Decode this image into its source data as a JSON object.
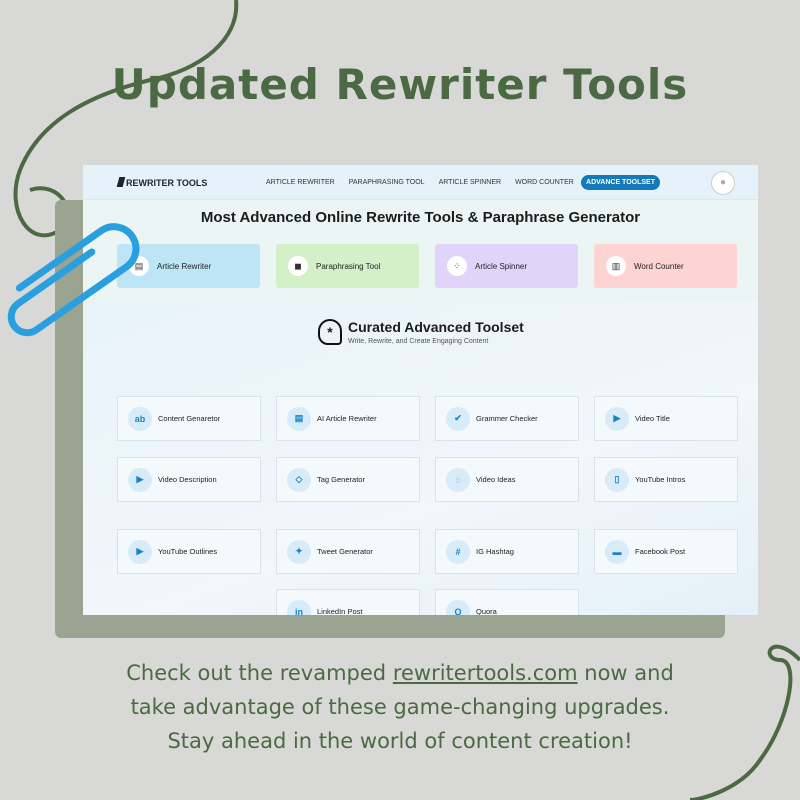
{
  "title": "Updated Rewriter Tools",
  "nav": {
    "logo": "REWRITER TOOLS",
    "links": [
      "ARTICLE REWRITER",
      "PARAPHRASING TOOL",
      "ARTICLE SPINNER",
      "WORD COUNTER"
    ],
    "cta": "ADVANCE TOOLSET"
  },
  "headline": "Most Advanced Online Rewrite Tools & Paraphrase Generator",
  "color_cards": [
    {
      "label": "Article Rewriter",
      "icon": "edit-doc-icon",
      "color": "#bde5f5"
    },
    {
      "label": "Paraphrasing Tool",
      "icon": "pen-square-icon",
      "color": "#d3f0c8"
    },
    {
      "label": "Article Spinner",
      "icon": "spinner-icon",
      "color": "#e2d3fb"
    },
    {
      "label": "Word Counter",
      "icon": "columns-icon",
      "color": "#fdd3d3"
    }
  ],
  "curated": {
    "title": "Curated Advanced Toolset",
    "subtitle": "Write, Rewrite, and Create Engaging Content"
  },
  "tools": [
    {
      "label": "Content Genaretor",
      "icon": "ab"
    },
    {
      "label": "AI Article Rewriter",
      "icon": "▤"
    },
    {
      "label": "Grammer Checker",
      "icon": "✔"
    },
    {
      "label": "Video Title",
      "icon": "▶"
    },
    {
      "label": "Video Description",
      "icon": "▶"
    },
    {
      "label": "Tag Generator",
      "icon": "◇"
    },
    {
      "label": "Video Ideas",
      "icon": "◌"
    },
    {
      "label": "YouTube Intros",
      "icon": "▯"
    },
    {
      "label": "YouTube Outlines",
      "icon": "▶"
    },
    {
      "label": "Tweet Generator",
      "icon": "✦"
    },
    {
      "label": "IG Hashtag",
      "icon": "#"
    },
    {
      "label": "Facebook Post",
      "icon": "▬"
    },
    {
      "label": "LinkedIn Post",
      "icon": "in"
    },
    {
      "label": "Quora",
      "icon": "Q"
    }
  ],
  "bottom": {
    "pre": "Check out the revamped ",
    "link": "rewritertools.com",
    "post": " now and",
    "line2": "take advantage of these game-changing upgrades.",
    "line3": "Stay ahead in the world of content creation!"
  }
}
